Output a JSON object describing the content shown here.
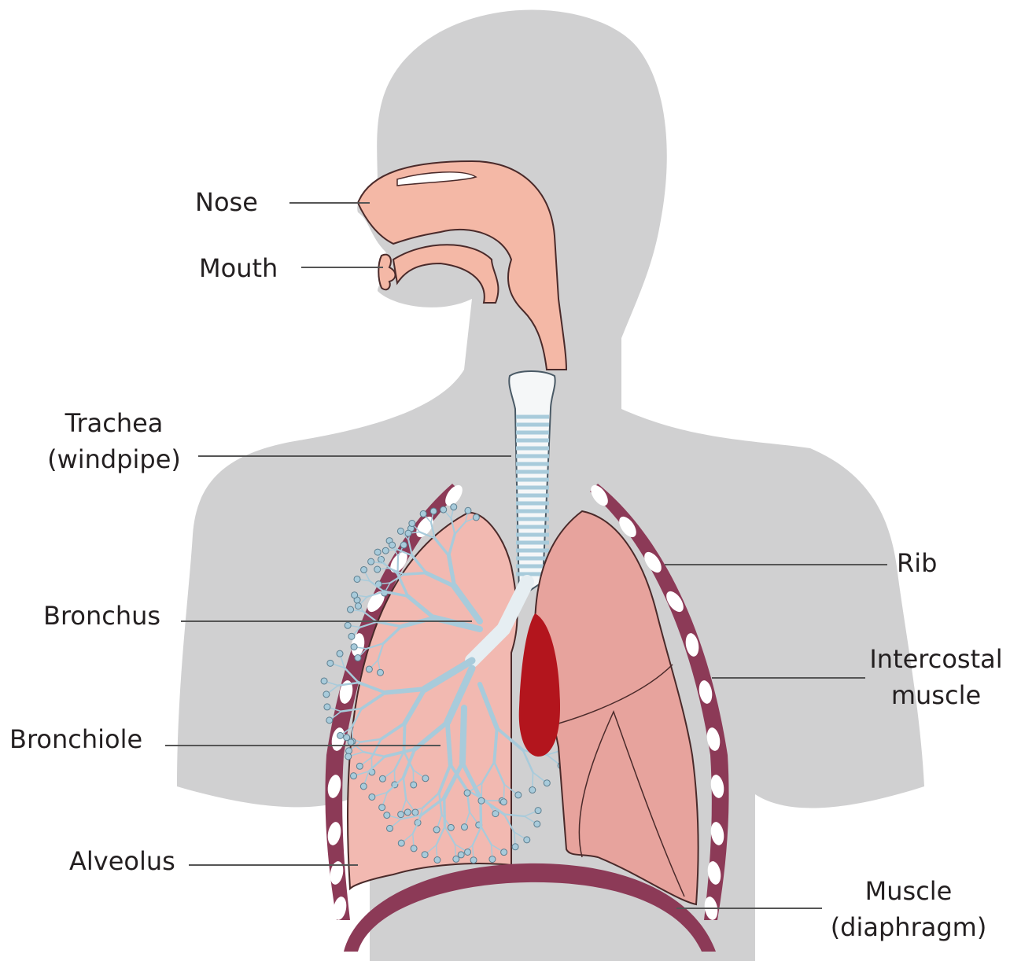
{
  "labels": {
    "nose": "Nose",
    "mouth": "Mouth",
    "trachea_line1": "Trachea",
    "trachea_line2": "(windpipe)",
    "bronchus": "Bronchus",
    "bronchiole": "Bronchiole",
    "alveolus": "Alveolus",
    "rib": "Rib",
    "intercostal_line1": "Intercostal",
    "intercostal_line2": "muscle",
    "muscle_line1": "Muscle",
    "muscle_line2": "(diaphragm)"
  },
  "colors": {
    "body_silhouette": "#d0d0d1",
    "airway": "#f4b8a6",
    "airway_outline": "#4a2a2a",
    "lung_left": "#f2b9b1",
    "lung_right": "#e7a39d",
    "bronchial_tree": "#a8cbdb",
    "heart": "#b3151d",
    "rib": "#ffffff",
    "intercostal": "#8c3a57",
    "diaphragm": "#8c3a57",
    "leader_line": "#555555"
  }
}
